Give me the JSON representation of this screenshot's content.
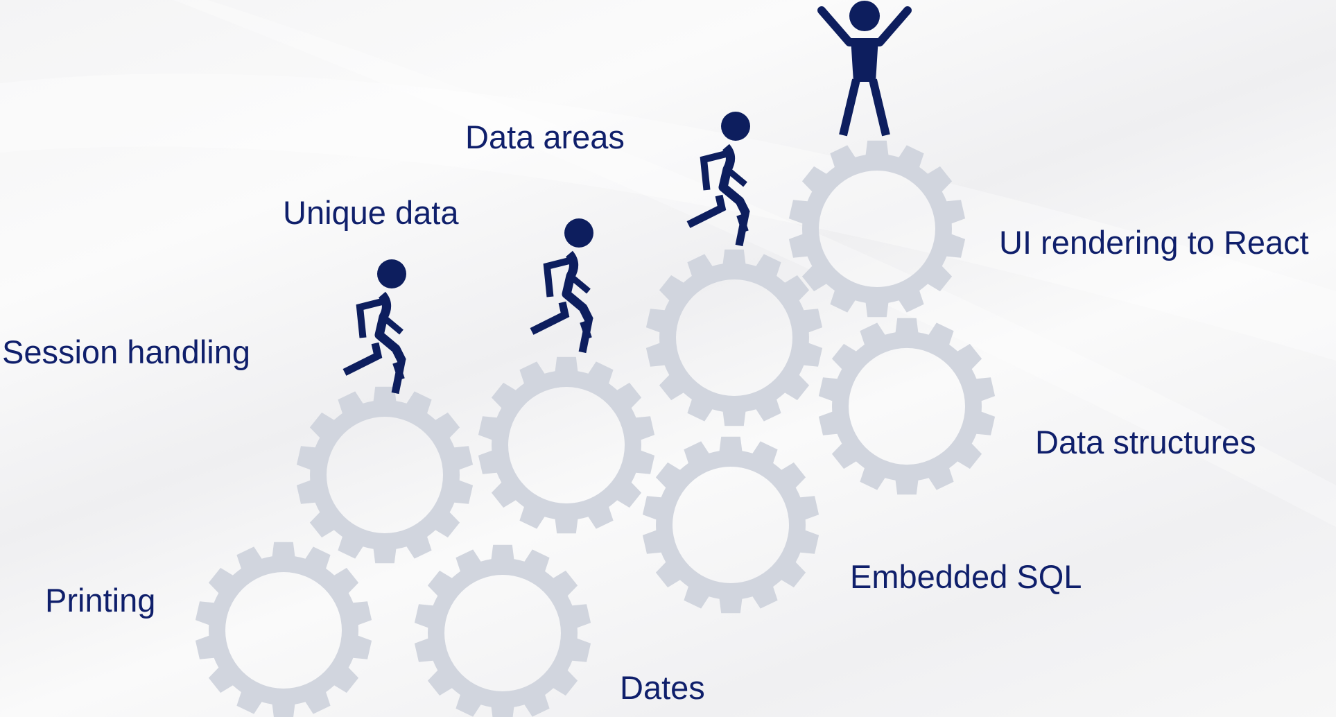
{
  "colors": {
    "gear": "#d1d5de",
    "figure": "#0d1e5e",
    "text": "#0f1f6b"
  },
  "labels": {
    "session_handling": "Session handling",
    "unique_data": "Unique data",
    "data_areas": "Data areas",
    "ui_rendering": "UI rendering to React",
    "data_structures": "Data structures",
    "embedded_sql": "Embedded SQL",
    "printing": "Printing",
    "dates": "Dates"
  },
  "icons": {
    "gear": "gear-icon",
    "runner": "running-person-icon",
    "winner": "person-arms-raised-icon"
  }
}
